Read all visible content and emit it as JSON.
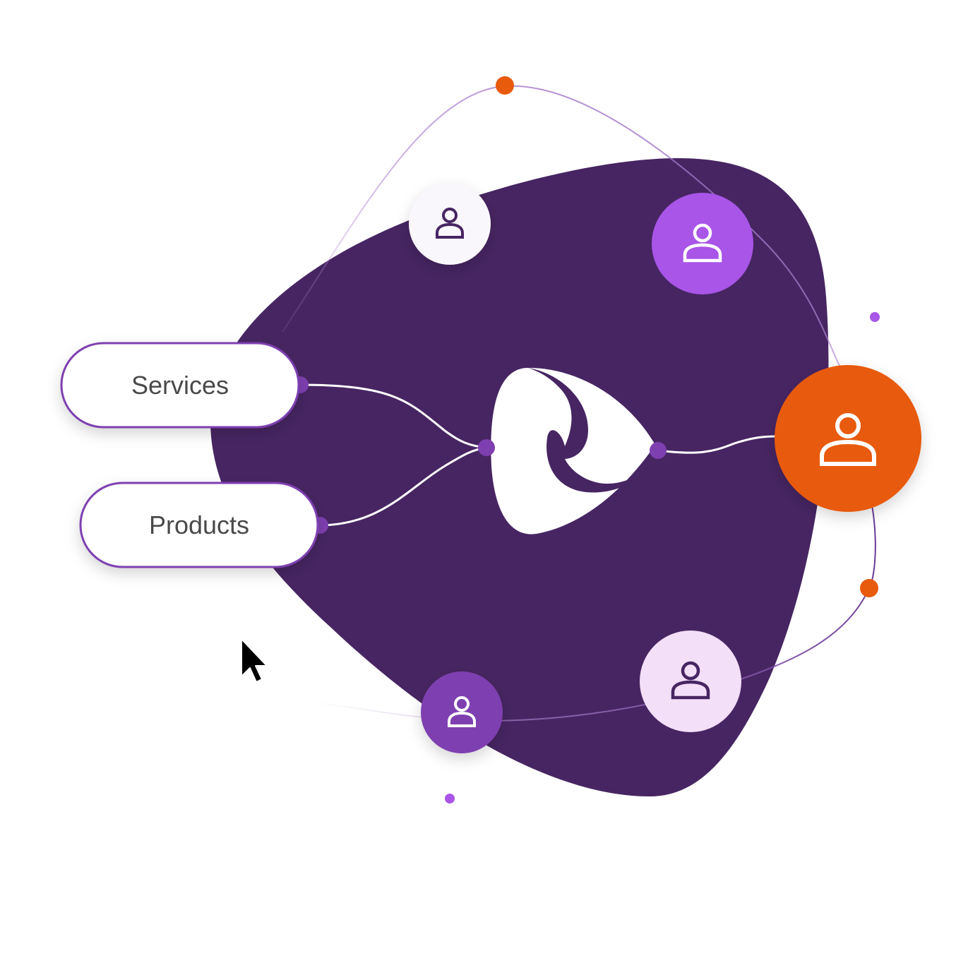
{
  "diagram": {
    "inputs": [
      {
        "id": "services",
        "label": "Services"
      },
      {
        "id": "products",
        "label": "Products"
      }
    ],
    "hub": {
      "icon": "brand-logo-icon"
    },
    "user_nodes": [
      {
        "id": "user-light-top",
        "icon": "user-icon",
        "fill": "#faf7fc"
      },
      {
        "id": "user-violet-top",
        "icon": "user-icon",
        "fill": "#a855e8"
      },
      {
        "id": "user-orange-output",
        "icon": "user-icon",
        "fill": "#e85a0c"
      },
      {
        "id": "user-lilac-bottom",
        "icon": "user-icon",
        "fill": "#f3dff8"
      },
      {
        "id": "user-purple-bottom",
        "icon": "user-icon",
        "fill": "#7e3fb0"
      }
    ],
    "cursor": {
      "icon": "mouse-pointer-icon"
    }
  },
  "colors": {
    "blob": "#472562",
    "accent_orange": "#e85a0c",
    "accent_violet": "#a855e8",
    "connector_purple": "#7e3fb0",
    "pill_border": "#7e3fb0"
  }
}
